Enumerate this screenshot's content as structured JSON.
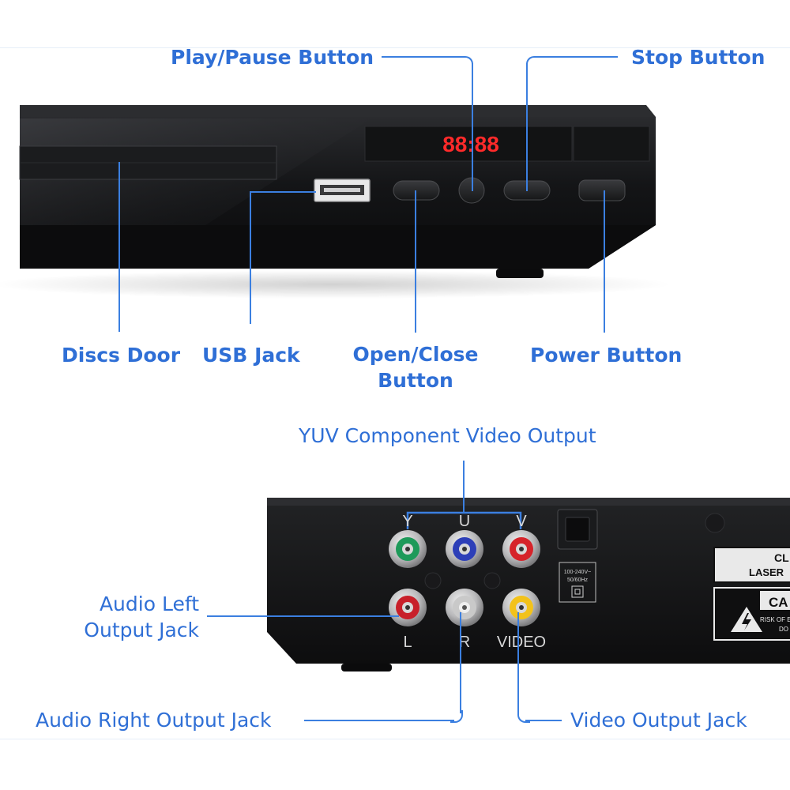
{
  "front_labels": {
    "play_pause": "Play/Pause Button",
    "stop": "Stop Button",
    "discs_door": "Discs Door",
    "usb_jack": "USB Jack",
    "open_close_line1": "Open/Close",
    "open_close_line2": "Button",
    "power": "Power Button"
  },
  "display_readout": "88:88",
  "rear_labels": {
    "yuv": "YUV Component Video Output",
    "audio_left_line1": "Audio Left",
    "audio_left_line2": "Output Jack",
    "audio_right": "Audio Right Output Jack",
    "video_out": "Video Output Jack"
  },
  "jack_letters": {
    "y": "Y",
    "u": "U",
    "v": "V",
    "l": "L",
    "r": "R",
    "video": "VIDEO"
  },
  "rear_panel_text": {
    "power_rating_1": "100-240V~",
    "power_rating_2": "50/60Hz",
    "class_label_1": "CL",
    "class_label_2": "LASER",
    "caution_title": "CA",
    "caution_1": "RISK OF E",
    "caution_2": "DO N"
  },
  "colors": {
    "label_blue": "#2f6fd6",
    "jack_green": "#1e9a5a",
    "jack_blue": "#2d3fb8",
    "jack_red": "#d6232a",
    "jack_white": "#c9c9c9",
    "jack_yellow": "#f2c21b",
    "led_red": "#ff2a2a"
  }
}
